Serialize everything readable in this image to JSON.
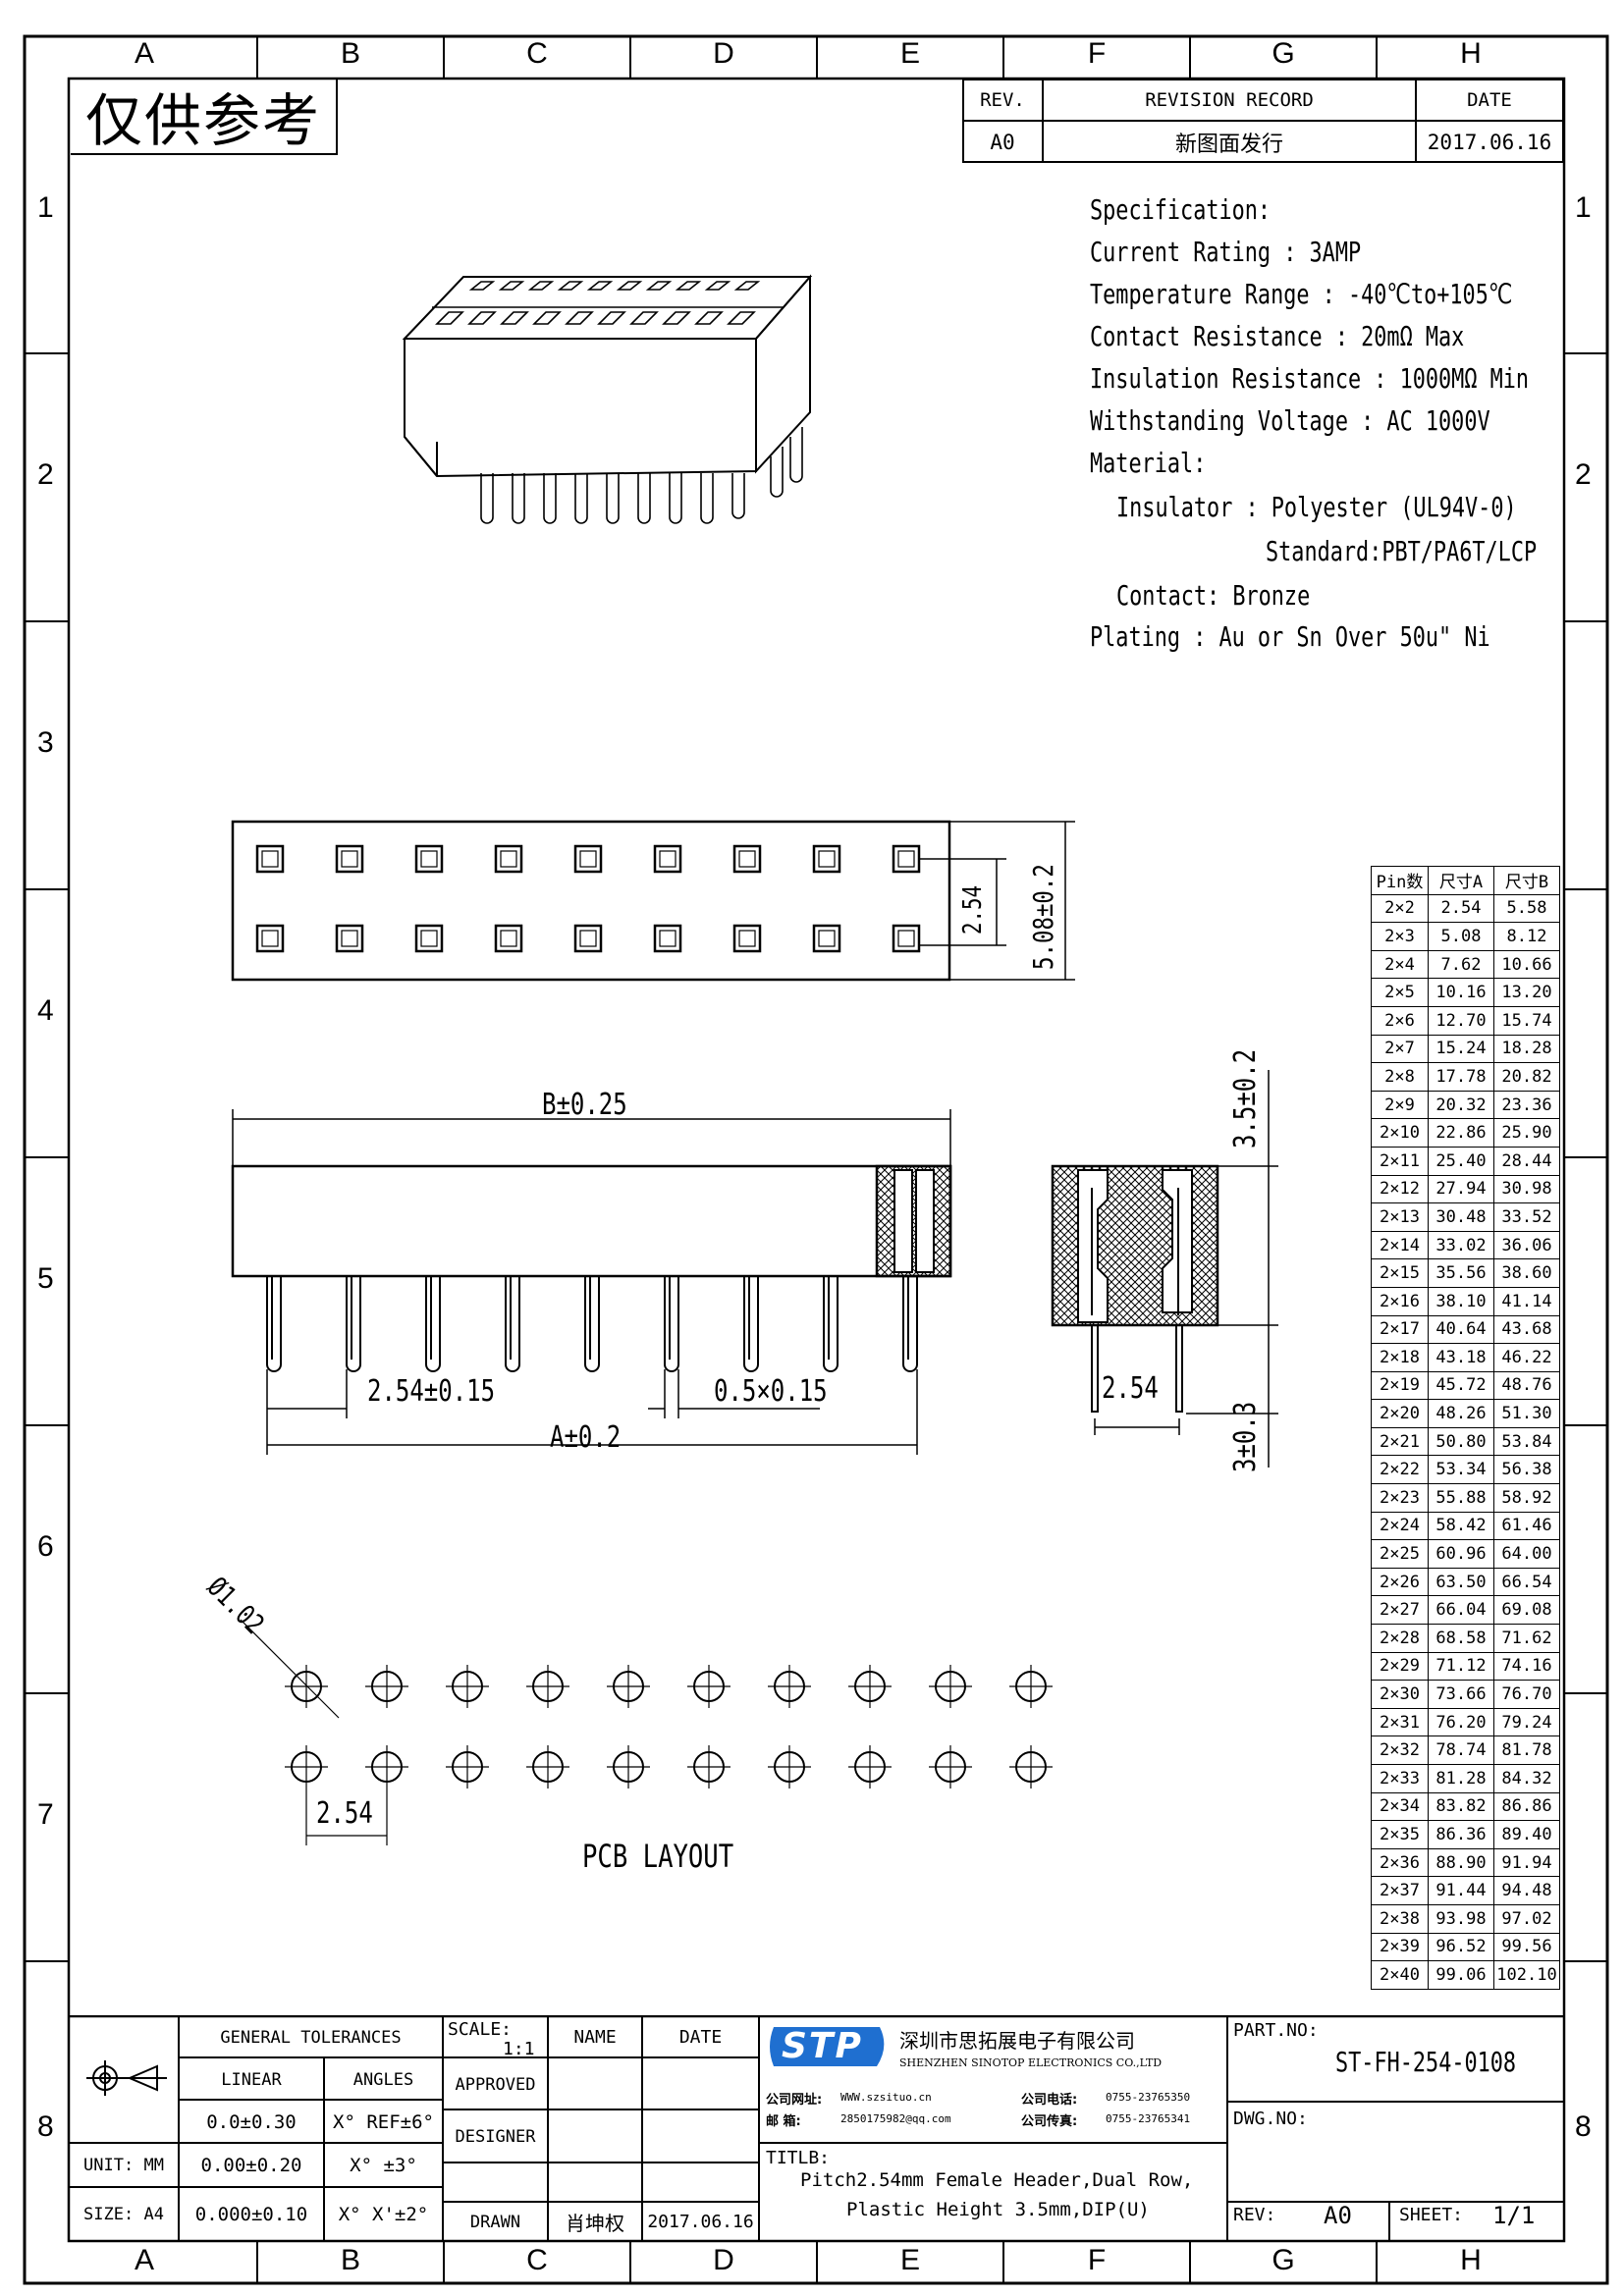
{
  "watermark": "仅供参考",
  "zones": {
    "columns": [
      "A",
      "B",
      "C",
      "D",
      "E",
      "F",
      "G",
      "H"
    ],
    "rows": [
      "1",
      "2",
      "3",
      "4",
      "5",
      "6",
      "7",
      "8"
    ]
  },
  "revision": {
    "rev_label": "REV.",
    "record_label": "REVISION RECORD",
    "date_label": "DATE",
    "rev": "A0",
    "record": "新图面发行",
    "date": "2017.06.16"
  },
  "spec": {
    "title": "Specification:",
    "current": "Current Rating : 3AMP",
    "temperature": "Temperature Range : -40℃to+105℃",
    "contact_resistance": "Contact Resistance : 20mΩ Max",
    "insulation": "Insulation Resistance : 1000MΩ Min",
    "withstanding": "Withstanding Voltage : AC 1000V",
    "material": "Material:",
    "insulator": "Insulator : Polyester (UL94V-0)",
    "standard": "Standard:PBT/PA6T/LCP",
    "contact": "Contact: Bronze",
    "plating": "Plating : Au or Sn Over 50u\" Ni"
  },
  "dims": {
    "pitch_v": "2.54",
    "height_v": "5.08±0.2",
    "b_len": "B±0.25",
    "pitch_h": "2.54±0.15",
    "pin_sq": "0.5×0.15",
    "a_len": "A±0.2",
    "plastic_h": "3.5±0.2",
    "pin_len": "3±0.3",
    "side_pitch": "2.54",
    "hole_d": "Ø1.02",
    "pcb_pitch": "2.54",
    "pcb_label": "PCB LAYOUT"
  },
  "pin_table": {
    "headers": [
      "Pin数",
      "尺寸A",
      "尺寸B"
    ],
    "rows": [
      [
        "2×2",
        "2.54",
        "5.58"
      ],
      [
        "2×3",
        "5.08",
        "8.12"
      ],
      [
        "2×4",
        "7.62",
        "10.66"
      ],
      [
        "2×5",
        "10.16",
        "13.20"
      ],
      [
        "2×6",
        "12.70",
        "15.74"
      ],
      [
        "2×7",
        "15.24",
        "18.28"
      ],
      [
        "2×8",
        "17.78",
        "20.82"
      ],
      [
        "2×9",
        "20.32",
        "23.36"
      ],
      [
        "2×10",
        "22.86",
        "25.90"
      ],
      [
        "2×11",
        "25.40",
        "28.44"
      ],
      [
        "2×12",
        "27.94",
        "30.98"
      ],
      [
        "2×13",
        "30.48",
        "33.52"
      ],
      [
        "2×14",
        "33.02",
        "36.06"
      ],
      [
        "2×15",
        "35.56",
        "38.60"
      ],
      [
        "2×16",
        "38.10",
        "41.14"
      ],
      [
        "2×17",
        "40.64",
        "43.68"
      ],
      [
        "2×18",
        "43.18",
        "46.22"
      ],
      [
        "2×19",
        "45.72",
        "48.76"
      ],
      [
        "2×20",
        "48.26",
        "51.30"
      ],
      [
        "2×21",
        "50.80",
        "53.84"
      ],
      [
        "2×22",
        "53.34",
        "56.38"
      ],
      [
        "2×23",
        "55.88",
        "58.92"
      ],
      [
        "2×24",
        "58.42",
        "61.46"
      ],
      [
        "2×25",
        "60.96",
        "64.00"
      ],
      [
        "2×26",
        "63.50",
        "66.54"
      ],
      [
        "2×27",
        "66.04",
        "69.08"
      ],
      [
        "2×28",
        "68.58",
        "71.62"
      ],
      [
        "2×29",
        "71.12",
        "74.16"
      ],
      [
        "2×30",
        "73.66",
        "76.70"
      ],
      [
        "2×31",
        "76.20",
        "79.24"
      ],
      [
        "2×32",
        "78.74",
        "81.78"
      ],
      [
        "2×33",
        "81.28",
        "84.32"
      ],
      [
        "2×34",
        "83.82",
        "86.86"
      ],
      [
        "2×35",
        "86.36",
        "89.40"
      ],
      [
        "2×36",
        "88.90",
        "91.94"
      ],
      [
        "2×37",
        "91.44",
        "94.48"
      ],
      [
        "2×38",
        "93.98",
        "97.02"
      ],
      [
        "2×39",
        "96.52",
        "99.56"
      ],
      [
        "2×40",
        "99.06",
        "102.10"
      ]
    ]
  },
  "title_block": {
    "tolerances_label": "GENERAL TOLERANCES",
    "linear_label": "LINEAR",
    "angles_label": "ANGLES",
    "tol_row1": [
      "0.0±0.30",
      "X° REF±6°"
    ],
    "tol_row2": [
      "0.00±0.20",
      "X° ±3°"
    ],
    "tol_row3": [
      "0.000±0.10",
      "X° X'±2°"
    ],
    "unit": "UNIT: MM",
    "size": "SIZE: A4",
    "scale_label": "SCALE:",
    "scale_value": "1:1",
    "name_label": "NAME",
    "date_label": "DATE",
    "approved": "APPROVED",
    "designer": "DESIGNER",
    "drawn": "DRAWN",
    "drawn_name": "肖坤权",
    "drawn_date": "2017.06.16",
    "company_cn": "深圳市思拓展电子有限公司",
    "company_en": "SHENZHEN SINOTOP ELECTRONICS CO.,LTD",
    "logo_text": "STP",
    "website_label": "公司网址:",
    "website": "WWW.szsituo.cn",
    "email_label": "邮 箱:",
    "email": "2850175982@qq.com",
    "phone_label": "公司电话:",
    "phone": "0755-23765350",
    "fax_label": "公司传真:",
    "fax": "0755-23765341",
    "title_label": "TITLB:",
    "title_line1": "Pitch2.54mm Female Header,Dual Row,",
    "title_line2": "Plastic Height 3.5mm,DIP(U)",
    "part_no_label": "PART.NO:",
    "part_no": "ST-FH-254-0108",
    "dwg_no_label": "DWG.NO:",
    "rev_label": "REV:",
    "rev": "A0",
    "sheet_label": "SHEET:",
    "sheet": "1/1"
  }
}
